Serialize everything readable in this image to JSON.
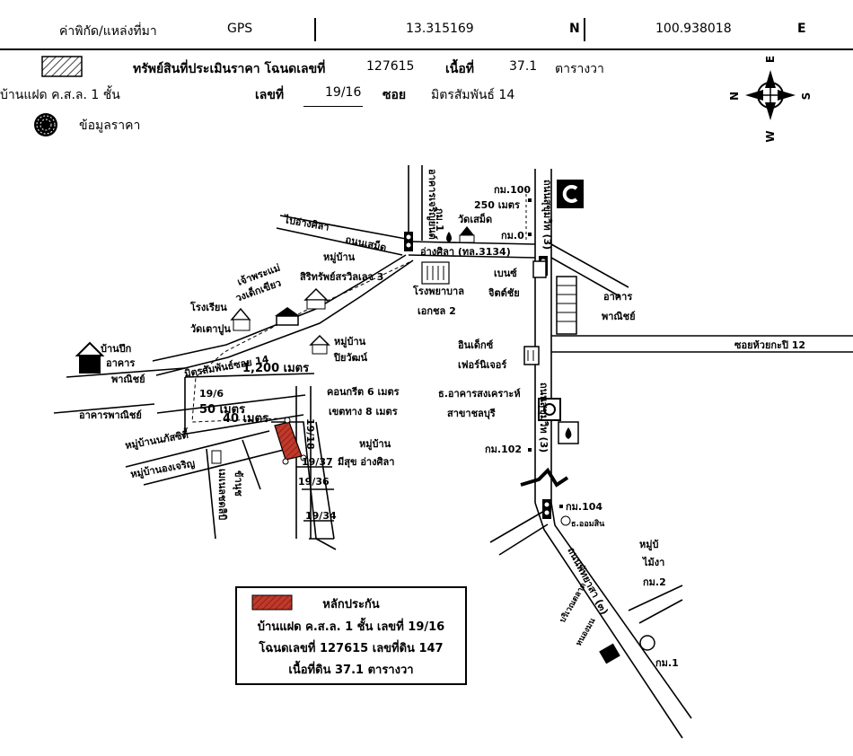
{
  "header": {
    "coord_label": "ค่าพิกัด/แหล่งที่มา",
    "source": "GPS",
    "lat": "13.315169",
    "lat_dir": "N",
    "lon": "100.938018",
    "lon_dir": "E",
    "asset_title": "ทรัพย์สินที่ประเมินราคา โฉนดเลขที่",
    "deed_no": "127615",
    "area_label": "เนื้อที่",
    "area_value": "37.1",
    "area_unit": "ตารางวา",
    "house_type": "บ้านแฝด ค.ส.ล. 1 ชั้น",
    "house_no_label": "เลขที่",
    "house_no": "19/16",
    "soi_label": "ซอย",
    "soi_name": "มิตรสัมพันธ์ 14",
    "price_info": "ข้อมูลราคา"
  },
  "compass": {
    "n": "N",
    "e": "E",
    "s": "S",
    "w": "W"
  },
  "map": {
    "road_angsila_top": "ไปอ่างศิลา",
    "road_nonsemet": "ถนนเสม็ด",
    "road_main": "อ่างศิลา (ทล.3134)",
    "road_sukhumvit": "ถนนสุขุมวิท (3)",
    "km100": "กม.100",
    "dist_250": "250 เมตร",
    "km0": "กม.0",
    "km1": "กม.1",
    "km102": "กม.102",
    "km104": "กม.104",
    "charoen": "อาคารเจริญยนต์",
    "wat_semet": "วัดเสม็ด",
    "hospital_1": "โรงพยาบาล",
    "hospital_2": "เอกชล 2",
    "benz_1": "เบนซ์",
    "benz_2": "จิตต์ชัย",
    "commercial_1": "อาคาร",
    "commercial_2": "พาณิชย์",
    "soi_huaikapi": "ซอยห้วยกะปิ 12",
    "index_1": "อินเด็กซ์",
    "index_2": "เฟอร์นิเจอร์",
    "bank_1": "ธ.อาคารสงเคราะห์",
    "bank_2": "สาขาชลบุรี",
    "village_sirisap_1": "หมู่บ้าน",
    "village_sirisap_2": "สิริทรัพย์สรวิลเลจ 3",
    "shrine": "เจ้าพระแม่",
    "shrine_2": "วงเด็กเขียว",
    "school_1": "โรงเรียน",
    "school_2": "วัดเตาปูน",
    "village_piyawat_1": "หมู่บ้าน",
    "village_piyawat_2": "ปิยวัฒน์",
    "banpuek": "บ้านปึก",
    "commercial_w_1": "อาคาร",
    "commercial_w_2": "พาณิชย์",
    "commercial_w3": "อาคารพาณิชย์",
    "soi_mitsamphan": "มิตรสัมพันธ์ซอย 14",
    "dist_1200": "1,200 เมตร",
    "concrete": "คอนกรีต 6 เมตร",
    "traffic": "เขตทาง 8 เมตร",
    "plot_196": "19/6",
    "dist_50": "50 เมตร",
    "dist_40": "40 เมตร",
    "village_napat": "หมู่บ้านนภัสซิตี้",
    "village_ongcharoen": "หมู่บ้านองเจริญ",
    "nangmaisri": "เมเนลชดลิบิ",
    "khunbu": "ข้านุช",
    "plot_1918": "19/18",
    "plot_1937": "19/37",
    "plot_1936": "19/36",
    "plot_1934": "19/34",
    "village_misuk_1": "หมู่บ้าน",
    "village_misuk_2": "มีสุข อ่างศิลา",
    "bank_omsin": "ธ.ออมสิน",
    "village_se_1": "หมู่บ้",
    "village_se_2": "ไม้งา",
    "km2": "กม.2",
    "km_se": "กม.1",
    "road_se": "ถนนพัทยาสา (๓)",
    "market": "บริเวณตลาด",
    "market_2": "หนองมน"
  },
  "legend": {
    "title": "หลักประกัน",
    "line1": "บ้านแฝด ค.ส.ล. 1 ชั้น เลขที่ 19/16",
    "line2": "โฉนดเลขที่ 127615 เลขที่ดิน 147",
    "line3": "เนื้อที่ดิน 37.1 ตารางวา"
  }
}
